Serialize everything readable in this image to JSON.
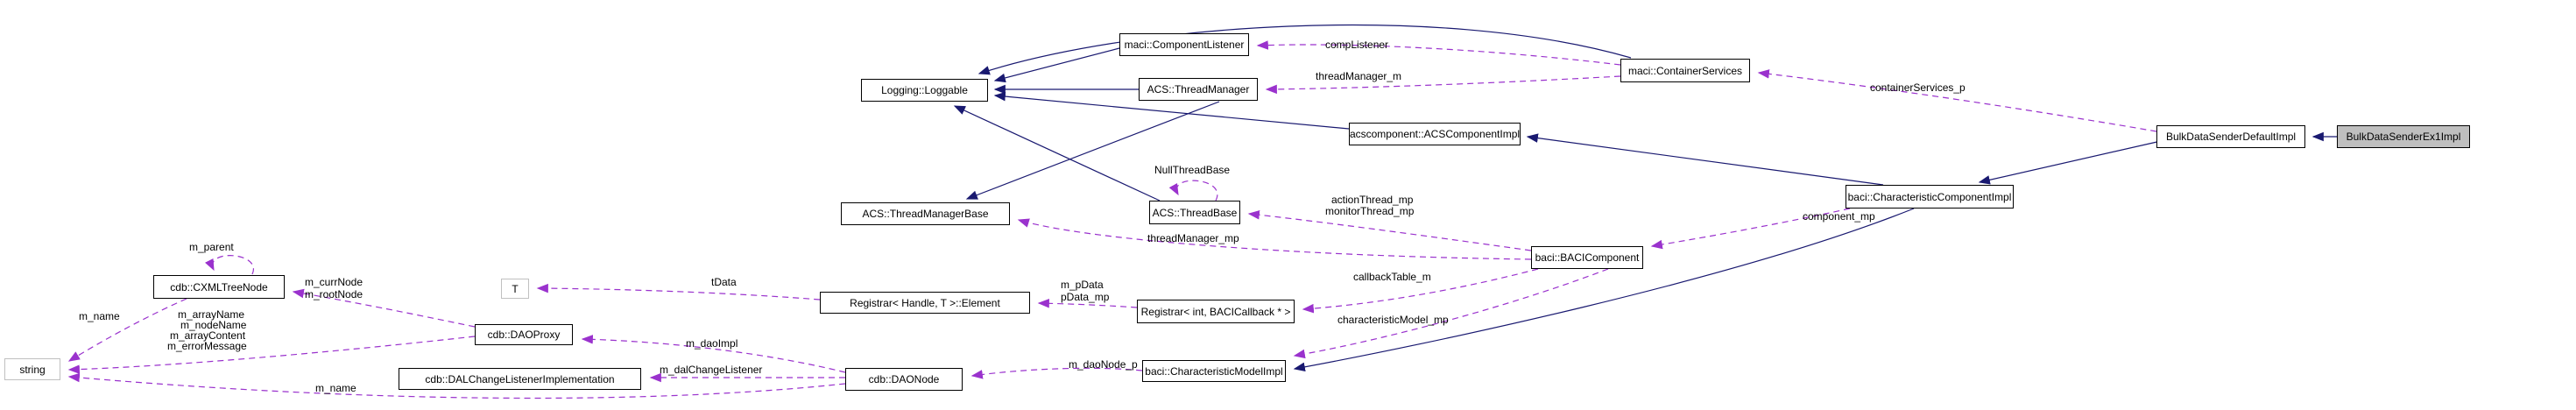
{
  "diagram": {
    "type": "doxygen-collaboration-graph",
    "colors": {
      "inheritance_edge": "#191970",
      "usage_edge": "#9a32cd",
      "node_border": "#000000",
      "external_node_border": "#c0c0c0",
      "highlight_fill": "#bfbfbf",
      "background": "#ffffff"
    }
  },
  "nodes": {
    "logging_loggable": {
      "label": "Logging::Loggable"
    },
    "maci_component_listener": {
      "label": "maci::ComponentListener"
    },
    "acs_thread_manager": {
      "label": "ACS::ThreadManager"
    },
    "maci_container_services": {
      "label": "maci::ContainerServices"
    },
    "acscomponent_acs_component_impl": {
      "label": "acscomponent::ACSComponentImpl"
    },
    "bulk_data_sender_default_impl": {
      "label": "BulkDataSenderDefaultImpl"
    },
    "bulk_data_sender_ex1_impl": {
      "label": "BulkDataSenderEx1Impl"
    },
    "acs_thread_base": {
      "label": "ACS::ThreadBase"
    },
    "acs_thread_manager_base": {
      "label": "ACS::ThreadManagerBase"
    },
    "baci_characteristic_component_impl": {
      "label": "baci::CharacteristicComponentImpl"
    },
    "baci_baci_component": {
      "label": "baci::BACIComponent"
    },
    "cdb_cxml_tree_node": {
      "label": "cdb::CXMLTreeNode"
    },
    "t": {
      "label": "T"
    },
    "registrar_handle_t_element": {
      "label": "Registrar< Handle, T >::Element"
    },
    "registrar_int_bacicallback": {
      "label": "Registrar< int, BACICallback * >"
    },
    "cdb_dao_proxy": {
      "label": "cdb::DAOProxy"
    },
    "string": {
      "label": "string"
    },
    "cdb_dal_change_listener_implementation": {
      "label": "cdb::DALChangeListenerImplementation"
    },
    "cdb_dao_node": {
      "label": "cdb::DAONode"
    },
    "baci_characteristic_model_impl": {
      "label": "baci::CharacteristicModelImpl"
    }
  },
  "edge_labels": {
    "comp_listener": "compListener",
    "thread_manager_m": "threadManager_m",
    "container_services_p": "containerServices_p",
    "null_thread_base": "NullThreadBase",
    "action_thread_mp": "actionThread_mp",
    "monitor_thread_mp": "monitorThread_mp",
    "thread_manager_mp": "threadManager_mp",
    "component_mp": "component_mp",
    "callback_table_m": "callbackTable_m",
    "characteristic_model_mp": "characteristicModel_mp",
    "m_p_data": "m_pData",
    "p_data_mp": "pData_mp",
    "t_data": "tData",
    "m_parent": "m_parent",
    "m_curr_node": "m_currNode",
    "m_root_node": "m_rootNode",
    "m_name_tree": "m_name",
    "m_array_name": "m_arrayName",
    "m_node_name": "m_nodeName",
    "m_array_content": "m_arrayContent",
    "m_error_message": "m_errorMessage",
    "m_name_dao": "m_name",
    "m_dao_impl": "m_daoImpl",
    "m_dal_change_listener": "m_dalChangeListener",
    "m_dao_node_p": "m_daoNode_p"
  }
}
